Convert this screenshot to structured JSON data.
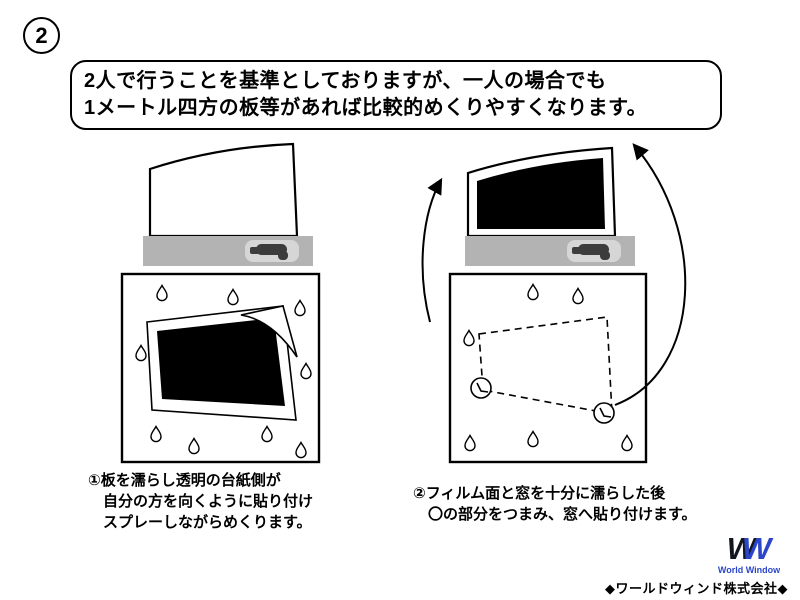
{
  "step_badge": "2",
  "bubble": {
    "line1": "2人で行うことを基準としておりますが、一人の場合でも",
    "line2": "1メートル四方の板等があれば比較的めくりやすくなります。"
  },
  "left_caption": {
    "line1": "①板を濡らし透明の台紙側が",
    "line2": "自分の方を向くように貼り付け",
    "line3": "スプレーしながらめくります。"
  },
  "right_caption": {
    "line1": "②フィルム面と窓を十分に濡らした後",
    "line2": "〇の部分をつまみ、窓へ貼り付けます。"
  },
  "footer": {
    "logo_w1": "W",
    "logo_w2": "W",
    "logo_subtitle": "World Window",
    "company": "◆ワールドウィンド株式会社◆"
  },
  "colors": {
    "logo_blue": "#2b46c8",
    "board_gray": "#b3b3b3",
    "film_black": "#000000"
  }
}
